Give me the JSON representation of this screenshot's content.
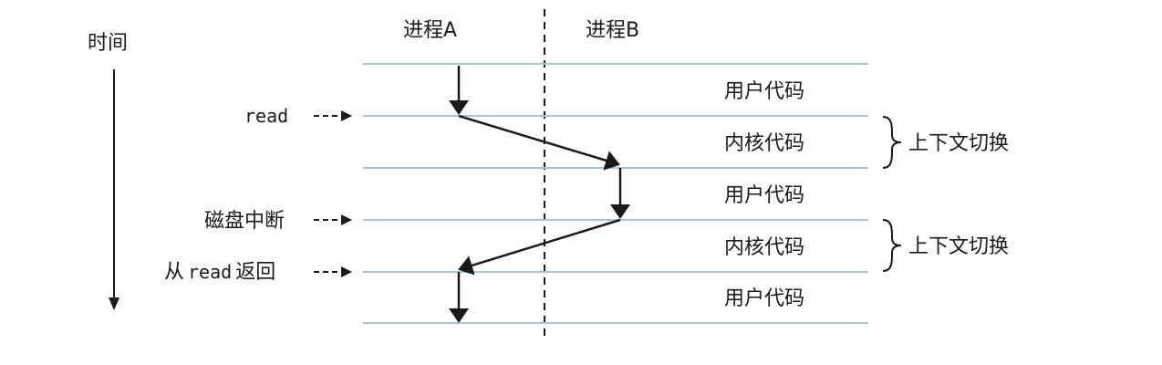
{
  "time_label": "时间",
  "process_a_label": "进程A",
  "process_b_label": "进程B",
  "rows": [
    "用户代码",
    "内核代码",
    "用户代码",
    "内核代码",
    "用户代码"
  ],
  "events": {
    "read": "read",
    "disk_interrupt": "磁盘中断",
    "return_prefix": "从",
    "return_code": "read",
    "return_suffix": "返回"
  },
  "context_switch_labels": [
    "上下文切换",
    "上下文切换"
  ],
  "colors": {
    "ink": "#1a1a1a",
    "row_line": "#a8c4dc"
  }
}
